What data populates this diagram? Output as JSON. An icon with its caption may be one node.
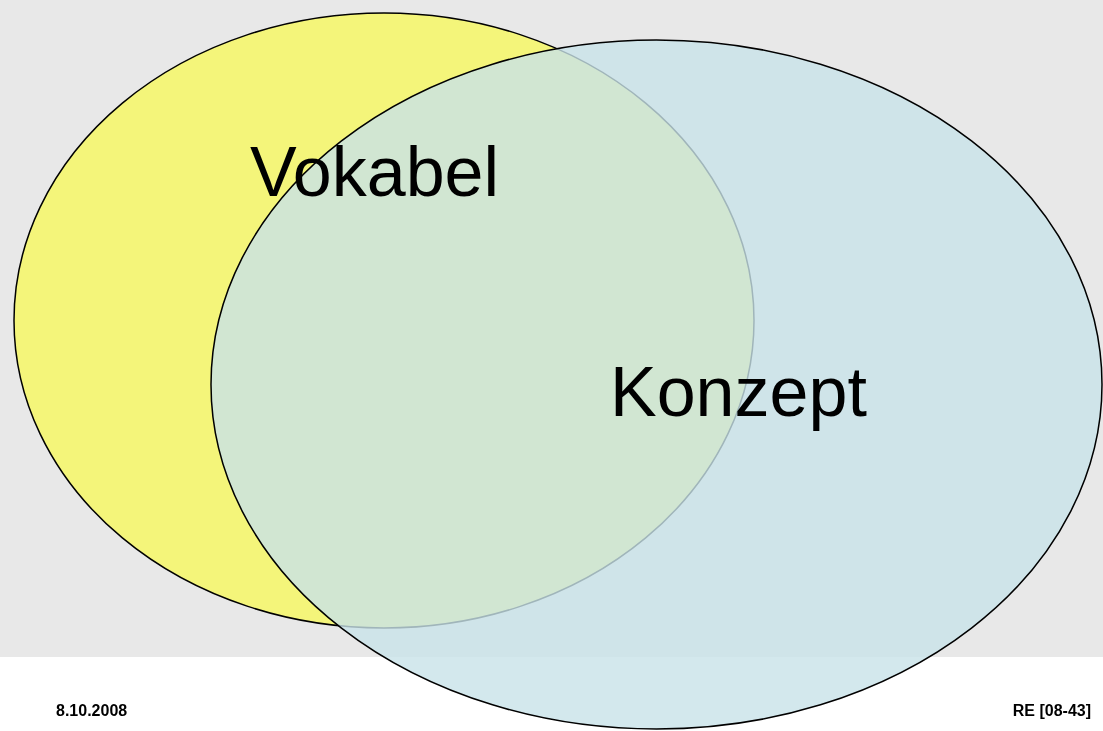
{
  "diagram": {
    "nodes": [
      {
        "text": [
          "Vokabel"
        ]
      },
      {
        "text": [
          "Konzept"
        ]
      }
    ],
    "edges": [],
    "labels": [
      "8.10.2008",
      "RE [08-43]"
    ]
  }
}
